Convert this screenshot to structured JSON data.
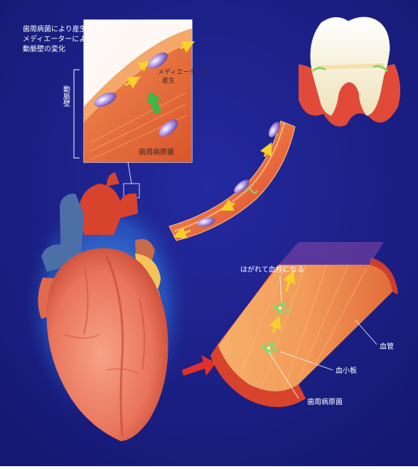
{
  "inset": {
    "title_lines": [
      "歯周病菌により産生された",
      "メディエーターによる",
      "動脈壁の変化"
    ],
    "side_label": "動脈壁",
    "mediator_label_lines": [
      "メディエーターの",
      "産生"
    ],
    "bacteria_label": "歯周病原菌"
  },
  "vessel": {
    "clot_label": "はがれて血栓になる",
    "vessel_label": "血管",
    "platelet_label": "血小板",
    "bacteria_label": "歯周病原菌"
  },
  "colors": {
    "background": "#1b1f86",
    "background_deep": "#141870",
    "heart": "#e9745a",
    "heart_shadow": "#c94a38",
    "artery_red": "#d8432e",
    "vein_blue": "#4c6fa8",
    "glow": "#3aa0ff",
    "tooth": "#fbf6e2",
    "gum": "#e14a39",
    "bacteria": "#9b7fd0",
    "arrow_yellow": "#f5d12c",
    "arrow_green": "#3fb54a",
    "platelet": "#8fd46a",
    "pointer_red": "#e0302c"
  },
  "icons": [
    "tooth-icon",
    "heart-icon",
    "bacteria-icon",
    "platelet-icon",
    "arrow-icon"
  ]
}
